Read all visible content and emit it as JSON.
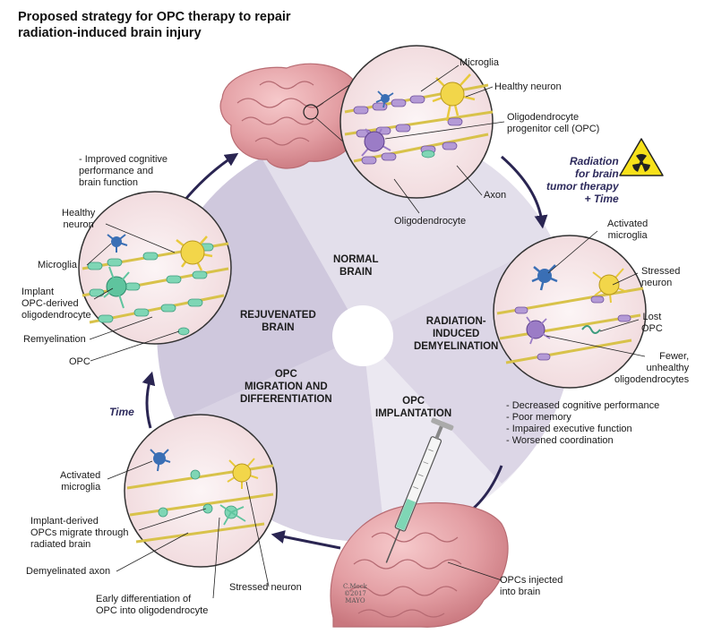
{
  "title": {
    "line1": "Proposed strategy for OPC therapy to repair",
    "line2": "radiation-induced brain injury"
  },
  "stages": {
    "normal": [
      "NORMAL",
      "BRAIN"
    ],
    "radiation": [
      "RADIATION-",
      "INDUCED",
      "DEMYELINATION"
    ],
    "implantation": [
      "OPC",
      "IMPLANTATION"
    ],
    "migration": [
      "OPC",
      "MIGRATION AND",
      "DIFFERENTIATION"
    ],
    "rejuvenated": [
      "REJUVENATED",
      "BRAIN"
    ]
  },
  "transitions": {
    "radiation": [
      "Radiation",
      "for brain",
      "tumor therapy",
      "+ Time"
    ],
    "time": "Time"
  },
  "labels": {
    "normal": {
      "microglia": "Microglia",
      "healthy_neuron": "Healthy neuron",
      "opc": [
        "Oligodendrocyte",
        "progenitor cell (OPC)"
      ],
      "axon": "Axon",
      "oligodendrocyte": "Oligodendrocyte"
    },
    "radiation": {
      "activated_microglia": [
        "Activated",
        "microglia"
      ],
      "stressed_neuron": [
        "Stressed",
        "neuron"
      ],
      "lost_opc": [
        "Lost",
        "OPC"
      ],
      "fewer": [
        "Fewer,",
        "unhealthy",
        "oligodendrocytes"
      ],
      "effects": [
        "- Decreased cognitive performance",
        "- Poor memory",
        "- Impaired executive function",
        "- Worsened coordination"
      ]
    },
    "implantation": {
      "injected": [
        "OPCs injected",
        "into brain"
      ]
    },
    "migration": {
      "activated_microglia": [
        "Activated",
        "microglia"
      ],
      "migrate": [
        "Implant-derived",
        "OPCs migrate through",
        "radiated brain"
      ],
      "demyelinated": "Demyelinated axon",
      "early_diff": [
        "Early differentiation of",
        "OPC into oligodendrocyte"
      ],
      "stressed_neuron": "Stressed neuron"
    },
    "rejuvenated": {
      "improved": [
        "- Improved cognitive",
        "performance and",
        "brain function"
      ],
      "healthy_neuron": [
        "Healthy",
        "neuron"
      ],
      "microglia": "Microglia",
      "implant": [
        "Implant",
        "OPC-derived",
        "oligodendrocyte"
      ],
      "remyelination": "Remyelination",
      "opc": "OPC"
    }
  },
  "signature": [
    "C.Mock",
    "©2017",
    "MAYO"
  ],
  "colors": {
    "wheel_light": "#e7e4ee",
    "wheel_mid": "#d6d1e1",
    "wheel_dark": "#cbc5da",
    "arrow": "#2a2552",
    "brain_pink": "#e6a3a7",
    "axon": "#d8c24a",
    "myelin_purple": "#b49ad6",
    "myelin_green": "#7fd6b5",
    "neuron_yellow": "#f2d64a",
    "microglia_blue": "#3a6fb5",
    "hazard_yellow": "#f7e11a"
  }
}
